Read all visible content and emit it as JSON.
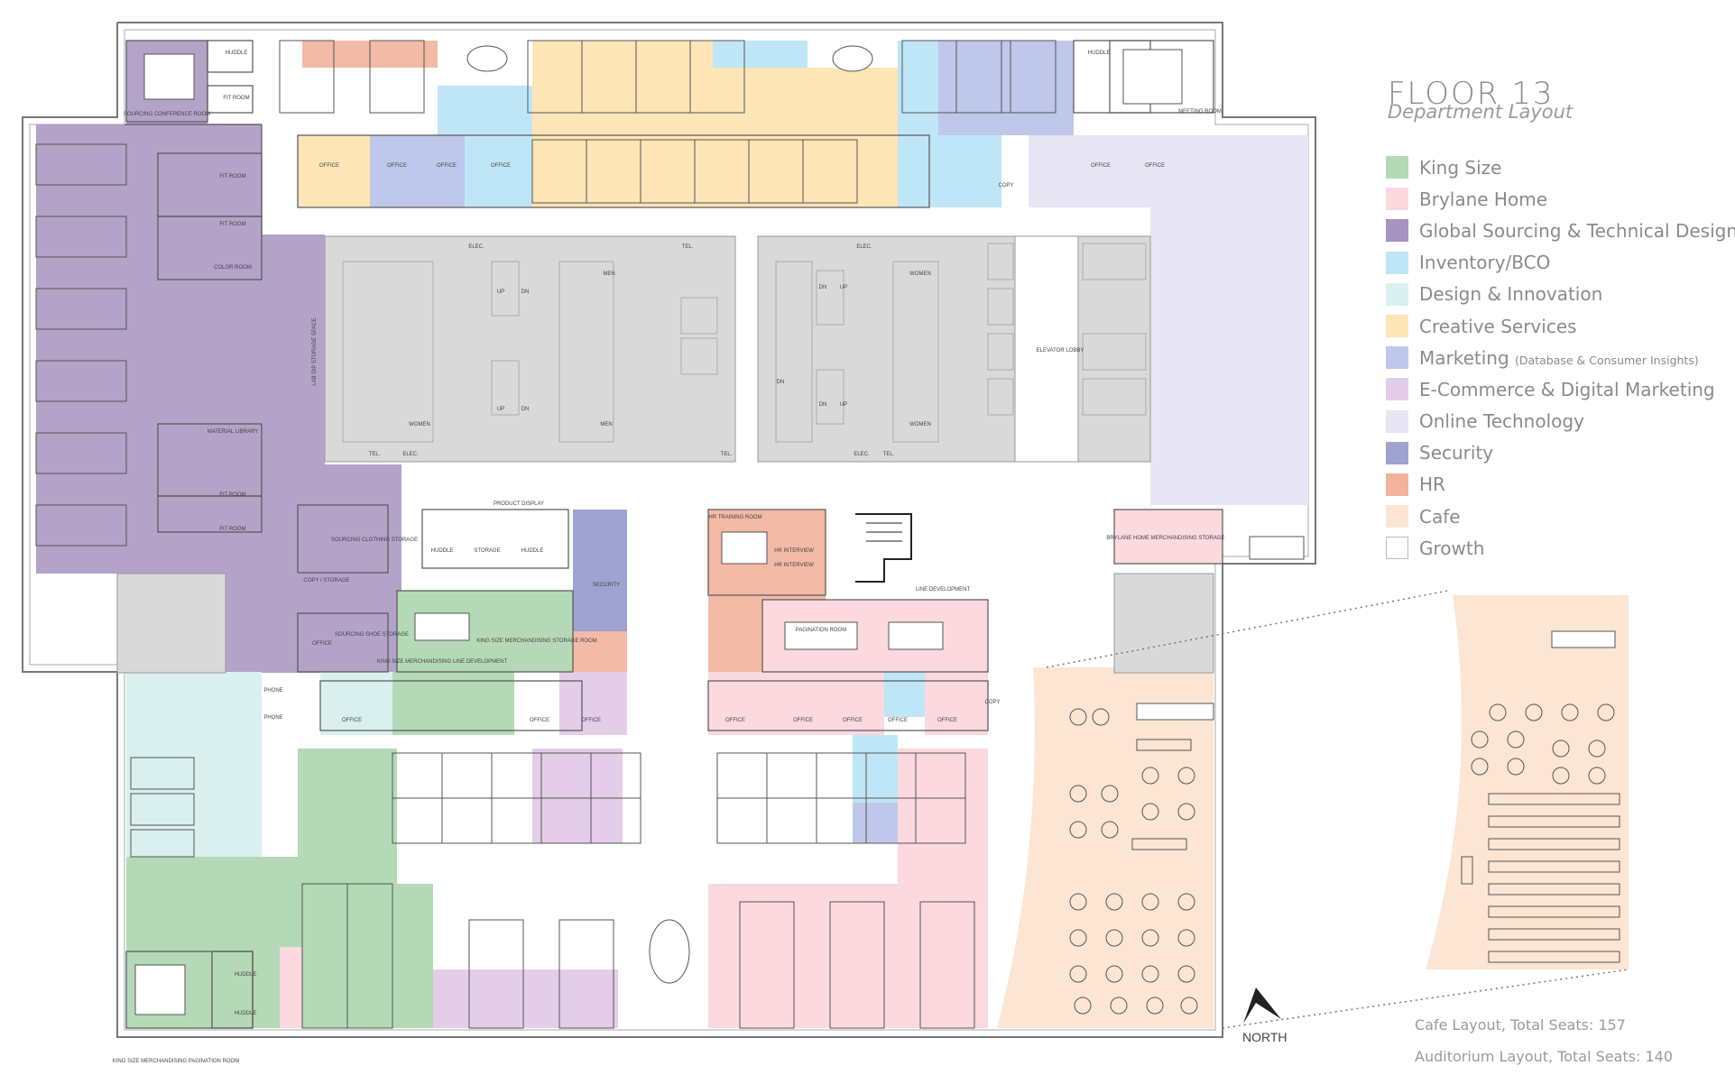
{
  "title": "FLOOR 13",
  "subtitle": "Department Layout",
  "legend": [
    {
      "label": "King Size",
      "note": "",
      "color": "#b4d9b6"
    },
    {
      "label": "Brylane Home",
      "note": "",
      "color": "#fbd9df"
    },
    {
      "label": "Global Sourcing & Technical Design",
      "note": "",
      "color": "#a693bf"
    },
    {
      "label": "Inventory/BCO",
      "note": "",
      "color": "#bfe6f7"
    },
    {
      "label": "Design & Innovation",
      "note": "",
      "color": "#d9f0ef"
    },
    {
      "label": "Creative Services",
      "note": "",
      "color": "#fde5b6"
    },
    {
      "label": "Marketing",
      "note": "(Database & Consumer Insights)",
      "color": "#bfc8ea"
    },
    {
      "label": "E-Commerce & Digital Marketing",
      "note": "",
      "color": "#e3cde8"
    },
    {
      "label": "Online Technology",
      "note": "",
      "color": "#e8e5f4"
    },
    {
      "label": "Security",
      "note": "",
      "color": "#9ea3cf"
    },
    {
      "label": "HR",
      "note": "",
      "color": "#f2b39b"
    },
    {
      "label": "Cafe",
      "note": "",
      "color": "#fce5d3"
    },
    {
      "label": "Growth",
      "note": "",
      "color": "#ffffff"
    }
  ],
  "cafe_seats": "Cafe Layout, Total Seats: 157",
  "auditorium_seats": "Auditorium Layout, Total Seats: 140",
  "north": "NORTH",
  "rooms": {
    "huddle": "HUDDLE",
    "fit_room": "FIT ROOM",
    "office": "OFFICE",
    "copy": "COPY",
    "elec": "ELEC.",
    "tel": "TEL.",
    "men": "MEN",
    "women": "WOMEN",
    "up": "UP",
    "dn": "DN",
    "elevator_lobby": "ELEVATOR LOBBY",
    "color_room": "COLOR ROOM",
    "material_library": "MATERIAL LIBRARY",
    "storage": "STORAGE",
    "product_display": "PRODUCT DISPLAY",
    "security": "SECURITY",
    "hr_training": "HR TRAINING ROOM",
    "hr_interview": "HR INTERVIEW",
    "pagination_room": "PAGINATION ROOM",
    "line_development": "LINE DEVELOPMENT",
    "brylane_storage": "BRYLANE HOME MERCHANDISING STORAGE",
    "sourcing_clothing": "SOURCING CLOTHING STORAGE",
    "sourcing_shoe": "SOURCING SHOE STORAGE",
    "copy_storage": "COPY / STORAGE",
    "meeting_room": "MEETING ROOM",
    "sourcing_conf": "SOURCING CONFERENCE ROOM",
    "phone": "PHONE",
    "king_size_storage": "KING SIZE MERCHANDISING STORAGE ROOM",
    "king_size_pagination": "KING SIZE MERCHANDISING PAGINATION ROOM",
    "lab_storage": "LAB DIP STORAGE SPACE",
    "ks_dev": "KING SIZE MERCHANDISING LINE DEVELOPMENT"
  }
}
